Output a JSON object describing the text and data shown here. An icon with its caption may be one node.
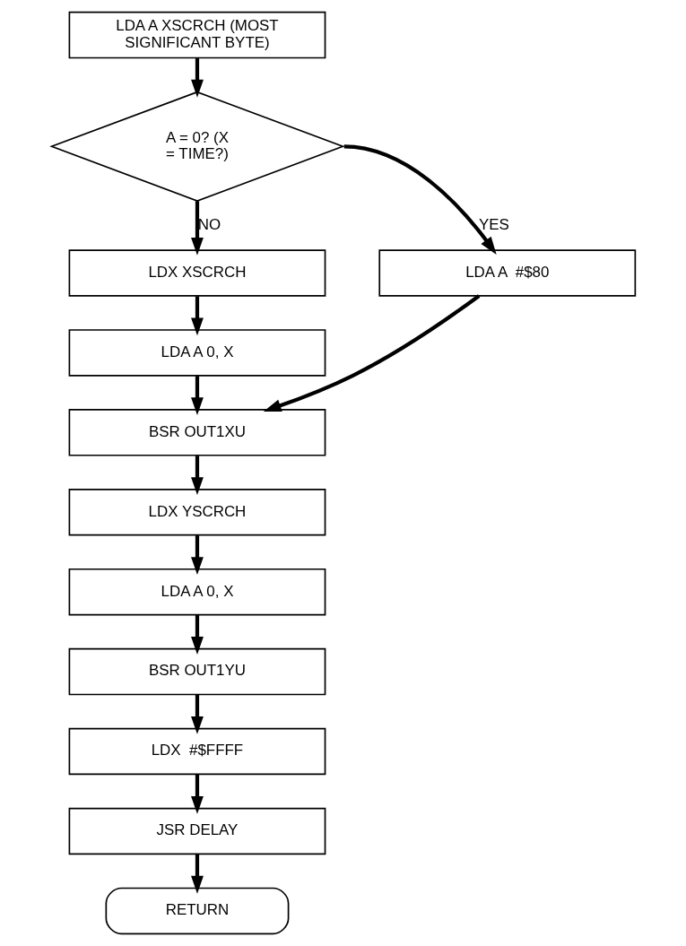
{
  "diagram": {
    "nodes": [
      {
        "text": [
          "LDA A XSCRCH (MOST SIGNIFICANT BYTE)"
        ]
      },
      {
        "text": [
          "A = 0? (X = TIME?)"
        ]
      },
      {
        "text": [
          "LDX XSCRCH"
        ]
      },
      {
        "text": [
          "LDA A  #$80"
        ]
      },
      {
        "text": [
          "LDA A 0, X"
        ]
      },
      {
        "text": [
          "BSR OUT1XU"
        ]
      },
      {
        "text": [
          "LDX YSCRCH"
        ]
      },
      {
        "text": [
          "LDA A 0, X"
        ]
      },
      {
        "text": [
          "BSR OUT1YU"
        ]
      },
      {
        "text": [
          "LDX  #$FFFF"
        ]
      },
      {
        "text": [
          "JSR DELAY"
        ]
      },
      {
        "text": [
          "RETURN"
        ]
      }
    ],
    "edges": [
      {
        "from": 0,
        "to": 1,
        "arrow": "to"
      },
      {
        "from": 1,
        "to": 2,
        "arrow": "to",
        "label": "NO"
      },
      {
        "from": 1,
        "to": 3,
        "arrow": "to",
        "label": "YES"
      },
      {
        "from": 2,
        "to": 4,
        "arrow": "to"
      },
      {
        "from": 4,
        "to": 5,
        "arrow": "to"
      },
      {
        "from": 3,
        "to": 5,
        "arrow": "to"
      },
      {
        "from": 5,
        "to": 6,
        "arrow": "to"
      },
      {
        "from": 6,
        "to": 7,
        "arrow": "to"
      },
      {
        "from": 7,
        "to": 8,
        "arrow": "to"
      },
      {
        "from": 8,
        "to": 9,
        "arrow": "to"
      },
      {
        "from": 9,
        "to": 10,
        "arrow": "to"
      },
      {
        "from": 10,
        "to": 11,
        "arrow": "to"
      }
    ]
  }
}
